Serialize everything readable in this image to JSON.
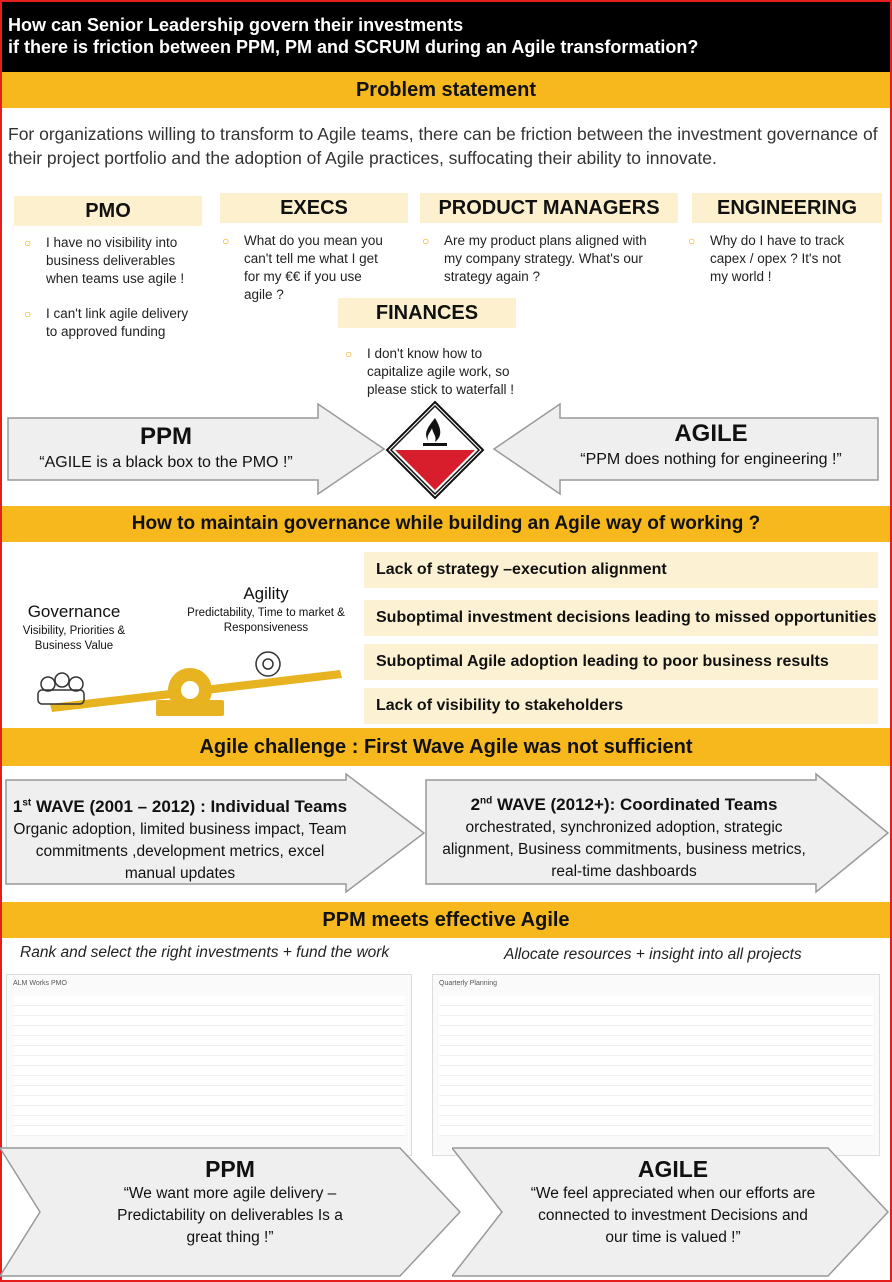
{
  "header": {
    "line1": "How can Senior Leadership govern their investments",
    "line2": "if there is friction between PPM, PM and SCRUM during an Agile transformation?"
  },
  "problem": {
    "title": "Problem statement",
    "text": "For organizations willing to transform to Agile teams, there can be friction between the investment governance of their project portfolio and the adoption of Agile practices, suffocating their ability to innovate."
  },
  "roles": {
    "pmo": {
      "title": "PMO",
      "bullets": [
        "I have no visibility into business deliverables when teams use agile !",
        "I can't link agile delivery to approved funding"
      ]
    },
    "execs": {
      "title": "EXECS",
      "bullets": [
        "What do you mean you can't tell me what I get for my €€ if you use agile ?"
      ]
    },
    "pm": {
      "title": "PRODUCT MANAGERS",
      "bullets": [
        "Are my product plans aligned with my company strategy. What's our strategy again ?"
      ]
    },
    "eng": {
      "title": "ENGINEERING",
      "bullets": [
        "Why do I have to track capex / opex ? It's not my world !"
      ]
    },
    "fin": {
      "title": "FINANCES",
      "bullets": [
        "I don't know how to capitalize agile work, so please stick to waterfall !"
      ]
    }
  },
  "conflict": {
    "left_title": "PPM",
    "left_quote": "“AGILE is a black box to the PMO !”",
    "right_title": "AGILE",
    "right_quote": "“PPM does nothing for engineering !”"
  },
  "governance": {
    "title": "How to maintain governance while building an Agile way of working ?",
    "gov_label": "Governance",
    "gov_sub": "Visibility, Priorities & Business Value",
    "agility_label": "Agility",
    "agility_sub": "Predictability, Time to market & Responsiveness",
    "issues": [
      "Lack of strategy –execution alignment",
      "Suboptimal investment decisions leading to missed opportunities",
      "Suboptimal Agile adoption leading to poor business results",
      "Lack of visibility to stakeholders"
    ]
  },
  "waves": {
    "title": "Agile challenge : First Wave Agile was not sufficient",
    "w1_pre": "1",
    "w1_sup": "st",
    "w1_title": " WAVE (2001 – 2012) : Individual Teams",
    "w1_body": "Organic adoption, limited business impact, Team commitments ,development metrics, excel manual updates",
    "w2_pre": "2",
    "w2_sup": "nd",
    "w2_title": " WAVE (2012+): Coordinated Teams",
    "w2_body": "orchestrated, synchronized adoption, strategic alignment, Business commitments, business metrics, real-time dashboards"
  },
  "meet": {
    "title": "PPM meets effective Agile",
    "left_sub": "Rank and select the right investments + fund the work",
    "right_sub": "Allocate resources + insight into all projects",
    "left_shot_title": "ALM Works PMO",
    "right_shot_title": "Quarterly Planning",
    "left_title": "PPM",
    "left_quote": "“We want more agile delivery – Predictability on deliverables Is a great thing !”",
    "right_title": "AGILE",
    "right_quote": "“We feel appreciated when our efforts are connected to investment Decisions and our time is valued !”"
  },
  "colors": {
    "accent": "#f6b81c",
    "border": "#e41d1d",
    "hazard": "#d81e2c"
  }
}
